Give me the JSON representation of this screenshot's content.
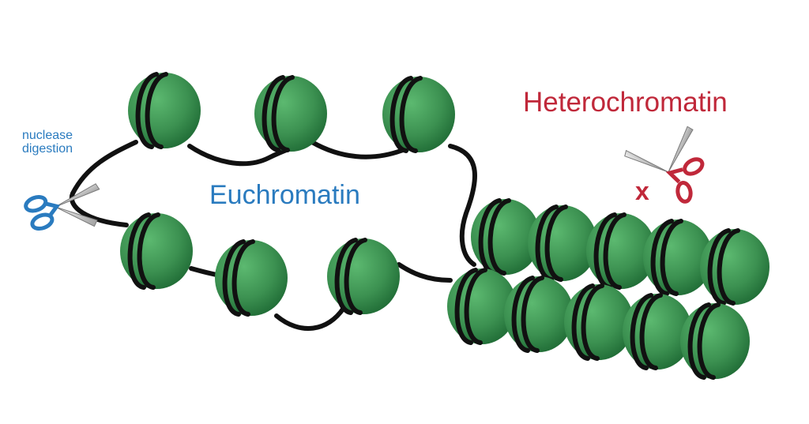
{
  "labels": {
    "heterochromatin": "Heterochromatin",
    "euchromatin": "Euchromatin",
    "nuclease_line1": "nuclease",
    "nuclease_line2": "digestion",
    "blocked_mark": "x"
  },
  "colors": {
    "heterochromatin_text": "#c0283a",
    "euchromatin_text": "#2a7bbf",
    "nuclease_text": "#2a7bbf",
    "nucleosome_fill": "#3f9a55",
    "nucleosome_dark": "#1f6b35",
    "dna_strand": "#111111",
    "scissors_blue": "#2a7bbf",
    "scissors_red": "#c0283a",
    "scissor_blade": "#c8c8c8"
  },
  "icons": {
    "nuclease_scissors": "scissors-icon",
    "blocked_scissors": "scissors-icon"
  }
}
